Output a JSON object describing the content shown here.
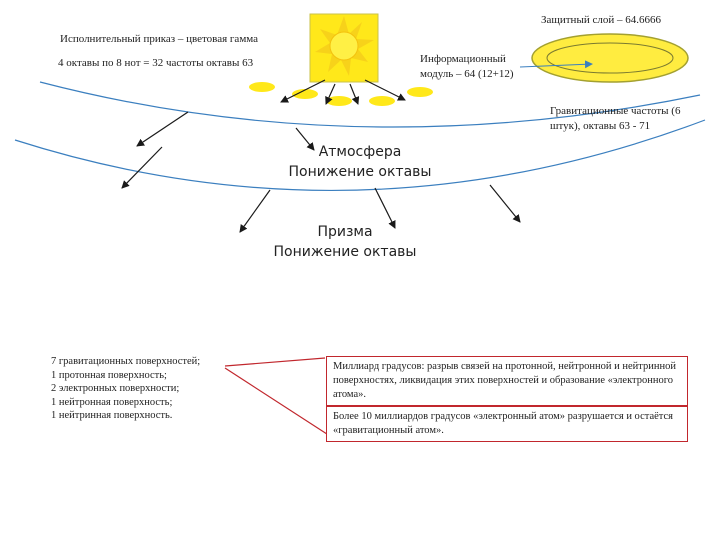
{
  "labels": {
    "protective_layer": "Защитный слой – 64.6666",
    "executive_order": "Исполнительный приказ – цветовая гамма",
    "octaves": "4 октавы по 8 нот = 32 частоты октавы 63",
    "info_module_line1": "Информационный",
    "info_module_line2": "модуль – 64 (12+12)",
    "gravitational_line1": "Гравитационные частоты (6",
    "gravitational_line2": "штук), октавы 63 - 71",
    "atmosphere_line1": "Атмосфера",
    "atmosphere_line2": "Понижение октавы",
    "prism_line1": "Призма",
    "prism_line2": "Понижение октавы"
  },
  "surfaces_list": [
    "7 гравитационных поверхностей;",
    "1 протонная поверхность;",
    "2 электронных поверхности;",
    "1 нейтронная поверхность;",
    "1 нейтринная поверхность."
  ],
  "box1_text": "Миллиард градусов: разрыв связей на протонной, нейтронной и нейтринной поверхностях, ликвидация этих поверхностей и образование «электронного атома».",
  "box2_text": "Более 10 миллиардов градусов «электронный атом» разрушается и остаётся «гравитационный атом».",
  "colors": {
    "sun": "#ffe81a",
    "sun_core": "#ffec40",
    "ellipse_fill": "#ffec40",
    "ellipse_stroke": "#a3a030",
    "arc": "#3b7fbf",
    "box_border": "#c1272d",
    "arrow": "#1a1a1a"
  },
  "icons": {
    "sun": "sun-icon"
  }
}
